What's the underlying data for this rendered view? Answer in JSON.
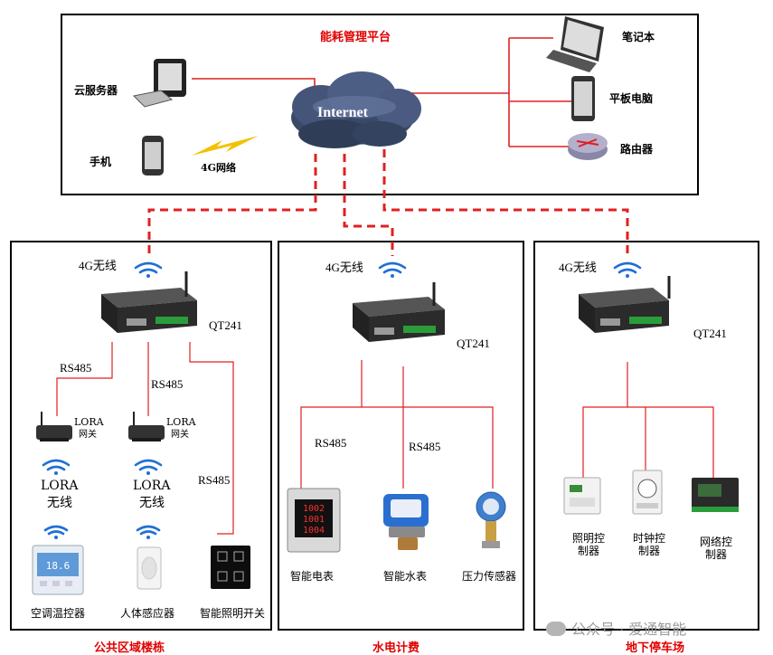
{
  "platform": {
    "title": "能耗管理平台",
    "cloud_server": "云服务器",
    "phone": "手机",
    "network_4g": "4G网络",
    "internet": "Internet",
    "laptop": "笔记本",
    "tablet": "平板电脑",
    "router": "路由器"
  },
  "sections": [
    {
      "title": "公共区域楼栋",
      "wireless": "4G无线",
      "gateway": "QT241",
      "protocols": [
        "RS485",
        "RS485",
        "RS485"
      ],
      "lora_gateway": "LORA",
      "lora_gateway_sub": "网关",
      "lora_label": "LORA",
      "lora_label_sub": "无线",
      "devices": [
        "空调温控器",
        "人体感应器",
        "智能照明开关"
      ]
    },
    {
      "title": "水电计费",
      "wireless": "4G无线",
      "gateway": "QT241",
      "protocols": [
        "RS485",
        "RS485"
      ],
      "devices": [
        "智能电表",
        "智能水表",
        "压力传感器"
      ]
    },
    {
      "title": "地下停车场",
      "wireless": "4G无线",
      "gateway": "QT241",
      "devices": [
        "照明控\n制器",
        "时钟控\n制器",
        "网络控\n制器"
      ]
    }
  ],
  "display_readings": {
    "meter": [
      "1002",
      "1001",
      "1004"
    ],
    "thermostat": "18.6"
  },
  "watermark": "公众号 · 爱通智能",
  "colors": {
    "accent_red": "#e00000",
    "link_red": "#e02020",
    "wifi_blue": "#1f6fd6"
  }
}
